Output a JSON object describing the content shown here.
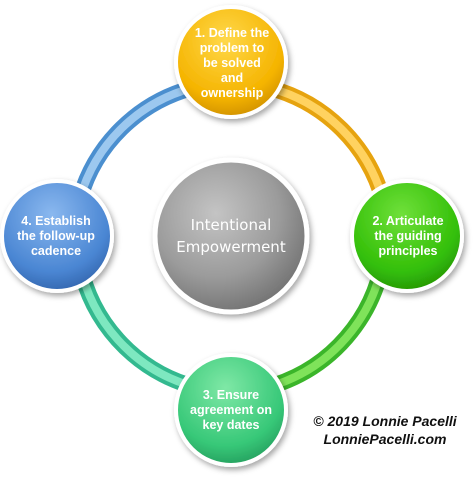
{
  "diagram": {
    "center_label": "Intentional Empowerment",
    "nodes": [
      {
        "id": "step-1",
        "label": "1. Define the problem to be solved and ownership",
        "color": "#FFC000"
      },
      {
        "id": "step-2",
        "label": "2. Articulate the guiding principles",
        "color": "#3CC60A"
      },
      {
        "id": "step-3",
        "label": "3. Ensure agreement on key dates",
        "color": "#3FCF7A"
      },
      {
        "id": "step-4",
        "label": "4. Establish the follow-up cadence",
        "color": "#4F8FD8"
      }
    ],
    "ring_segments": [
      {
        "from": "step-1",
        "to": "step-2",
        "color": "#F5B11A"
      },
      {
        "from": "step-2",
        "to": "step-3",
        "color": "#48C935"
      },
      {
        "from": "step-3",
        "to": "step-4",
        "color": "#3ECB9A"
      },
      {
        "from": "step-4",
        "to": "step-1",
        "color": "#5AA0D8"
      }
    ],
    "center_color": "#9A9A9A"
  },
  "copyright": {
    "line1": "© 2019 Lonnie Pacelli",
    "line2": "LonniePacelli.com"
  }
}
